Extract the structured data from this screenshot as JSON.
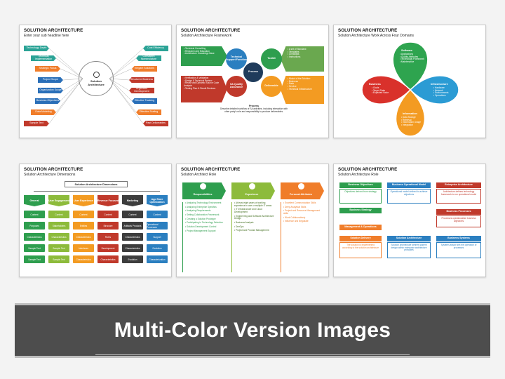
{
  "title_common": "SOLUTION ARCHITECTURE",
  "banner": {
    "text": "Multi-Color Version Images"
  },
  "s1": {
    "subtitle": "Enter your sub headline here",
    "center": "Solution Architecture",
    "left": [
      "Technology Depth",
      "Technical Implementation",
      "Strategic Focus",
      "Project Scope",
      "Organization Scope",
      "Business Objectives",
      "Data Modeling",
      "Sample Text"
    ],
    "right": [
      "Cost Efficiency",
      "Consistent Nomenclature",
      "Elegant Solutions",
      "Structured Business",
      "Organized Development",
      "Effective Tracking",
      "Effective Scaling",
      "Past Deliverables"
    ],
    "colors": {
      "left": [
        "#2ba396",
        "#2ba396",
        "#f07d2a",
        "#2a6fb8",
        "#2a6fb8",
        "#2a6fb8",
        "#f07d2a",
        "#c0392b"
      ],
      "right": [
        "#2ba396",
        "#2ba396",
        "#f07d2a",
        "#c0392b",
        "#c0392b",
        "#2a6fb8",
        "#f07d2a",
        "#c0392b"
      ]
    }
  },
  "s2": {
    "subtitle": "Solution Architecture Framework",
    "technical": "Technical Support Function",
    "toolkit": "Toolkit",
    "process": "Process",
    "qa": "SA Quality Assurance",
    "deliverable": "Deliverable",
    "tl": [
      "Technical Consulting",
      "Research and Education",
      "Architecture Knowledge Base"
    ],
    "bl": [
      "Verification & Validation",
      "Design & Technical Review",
      "Reuse and Dynamic Source Code Analysis",
      "Testing Plan & Result Reviews"
    ],
    "tr": [
      "A set of Standard:",
      "Templates",
      "Checklists",
      "Instructions"
    ],
    "br": [
      "Model of the Solution:",
      "Business",
      "Data",
      "Service",
      "Technical Infrastructure"
    ],
    "process_title": "Process",
    "process_desc": "Describe detailed workflow of SA activities, including interaction with other party's role and responsibility to produce deliverables."
  },
  "s3": {
    "subtitle": "Solution Architecture Work Across Four Domains",
    "software": {
      "title": "Software",
      "items": [
        "Applications",
        "Quality Attributes",
        "Technology Framework",
        "Maintenance"
      ]
    },
    "business": {
      "title": "Business",
      "items": [
        "Goals",
        "Target State",
        "Expected Value"
      ]
    },
    "infrastructure": {
      "title": "Infrastructure",
      "items": [
        "Hardware",
        "Network",
        "Environments",
        "Operations"
      ]
    },
    "information": {
      "title": "Information",
      "items": [
        "Data Storage",
        "Retrieval",
        "Information Usage",
        "Integration"
      ]
    },
    "colors": {
      "software": "#2ea44f",
      "business": "#d9312b",
      "infrastructure": "#2b9bd4",
      "information": "#f39b22"
    }
  },
  "s4": {
    "subtitle": "Solution Architecture Dimensions",
    "header": "Solution Architecture Dimensions",
    "cols": [
      "General",
      "User Engagement",
      "User Experience",
      "Revenue Focused",
      "Marketing",
      "App Store Optimization"
    ],
    "colors": [
      "#2e9e4e",
      "#8dbb3b",
      "#f39b22",
      "#c0392b",
      "#3d3d3d",
      "#2b7fc0"
    ],
    "rows": [
      [
        "Content",
        "Content",
        "Content",
        "Content",
        "Content",
        "Content"
      ],
      [
        "Purposes",
        "Stakeholders",
        "Entities",
        "Structure",
        "Artifacts Products",
        "Operational Processes"
      ],
      [
        "Characteristics",
        "Characteristics",
        "Characteristics",
        "Roles",
        "Characteristics",
        "Support"
      ],
      [
        "Sample Text",
        "Sample Text",
        "Interfaces",
        "Development",
        "Characteristics",
        "Evolution"
      ],
      [
        "Sample Text",
        "Sample Text",
        "Characteristics",
        "Characteristics",
        "Evolution",
        "Characterization"
      ]
    ]
  },
  "s5": {
    "subtitle": "Solution Architect Role",
    "cols": [
      {
        "title": "Responsibilities",
        "color": "#2e9e4e",
        "items": [
          "Analyzing Technology Environment",
          "Analyzing Enterprise Specifics",
          "Analyzing Requirements",
          "Setting Collaboration Framework",
          "Creating a Solution Prototype",
          "Participating in Technology Selection",
          "Solution Development Control",
          "Project Management Support"
        ]
      },
      {
        "title": "Experience",
        "color": "#8dbb3b",
        "items": [
          "At least eight years of working experience in one or multiple IT areas",
          "IT Infrastructure and Cloud Development",
          "Engineering and Software Architecture Design",
          "Business Analysis",
          "DevOps",
          "Project and Product Management"
        ]
      },
      {
        "title": "Personal Attributes",
        "color": "#f07d2a",
        "items": [
          "Excellent Communication Skills",
          "Deep Analytical Skills",
          "Project and Resource Management skills",
          "Work Collaboratively",
          "Influence and Negotiate"
        ]
      }
    ]
  },
  "s6": {
    "subtitle": "Solution Architecture Role",
    "boxes": [
      {
        "title": "Business Objectives",
        "text": "Objectives derived from strategy",
        "color": "#2e9e4e"
      },
      {
        "title": "Business Operational Model",
        "text": "Operational model defined to achieve objectives",
        "color": "#2b7fc0"
      },
      {
        "title": "Enterprise Architecture",
        "text": "Architecture defines technology framework to run operational model",
        "color": "#c0392b"
      },
      {
        "title": "Business Strategy",
        "text": "",
        "color": "#2e9e4e"
      },
      {
        "title": "Business Processes",
        "text": "Processes operationalize business objectives",
        "color": "#c0392b"
      },
      {
        "title": "Management & Operations",
        "text": "",
        "color": "#f07d2a"
      },
      {
        "title": "Solution Delivery",
        "text": "The solution is implemented according to the solution architecture",
        "color": "#f07d2a"
      },
      {
        "title": "Solution Architecture",
        "text": "Solution architecture defines system design within enterprise architecture principles",
        "color": "#2b7fc0"
      },
      {
        "title": "Business Systems",
        "text": "Systems assist with the operation of processes",
        "color": "#2b7fc0"
      }
    ]
  }
}
